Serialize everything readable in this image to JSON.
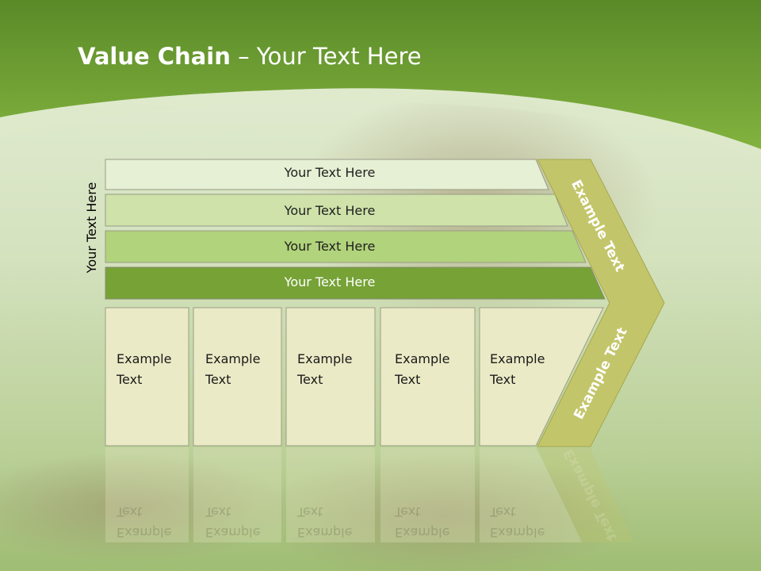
{
  "slide": {
    "title_bold": "Value Chain",
    "title_rest": " – Your Text Here",
    "side_label": "Your Text Here"
  },
  "rows": [
    {
      "label": "Your Text Here"
    },
    {
      "label": "Your Text Here"
    },
    {
      "label": "Your Text Here"
    },
    {
      "label": "Your Text Here"
    }
  ],
  "boxes": [
    {
      "line1": "Example",
      "line2": "Text"
    },
    {
      "line1": "Example",
      "line2": "Text"
    },
    {
      "line1": "Example",
      "line2": "Text"
    },
    {
      "line1": "Example",
      "line2": "Text"
    },
    {
      "line1": "Example",
      "line2": "Text"
    }
  ],
  "chevron": {
    "upper": "Example Text",
    "lower": "Example Text"
  },
  "colors": {
    "header_green": "#6d9f2f",
    "row1": "#e6f0d4",
    "row2": "#cfe2aa",
    "row3": "#b1d37b",
    "row4": "#76a236",
    "box_fill": "#ebeac6",
    "chevron": "#c3c56a"
  }
}
